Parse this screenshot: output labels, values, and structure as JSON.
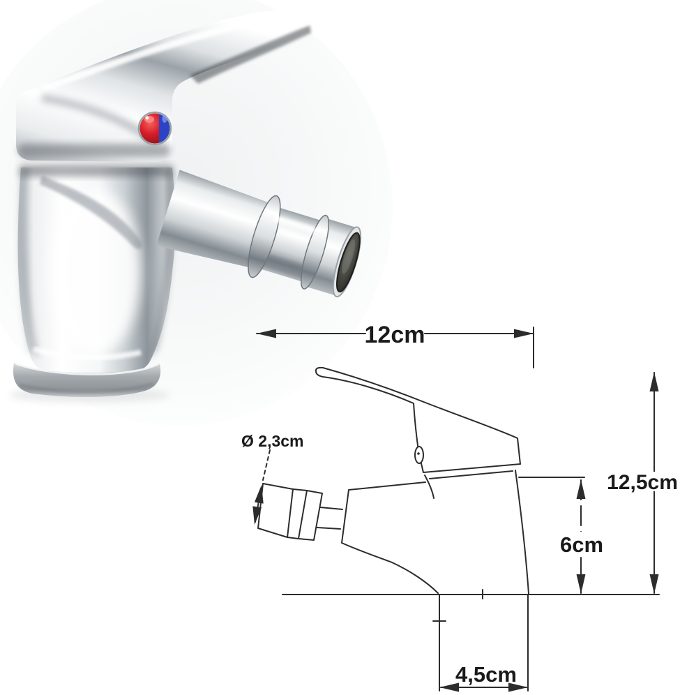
{
  "photo": {
    "indicator": {
      "hot_color": "#cf1e27",
      "cold_color": "#2b44c6"
    }
  },
  "diagram": {
    "line_color": "#2c2c2c",
    "labels": {
      "total_length": "12cm",
      "spout_diameter": "Ø 2,3cm",
      "total_height": "12,5cm",
      "body_height": "6cm",
      "base_width": "4,5cm"
    }
  }
}
